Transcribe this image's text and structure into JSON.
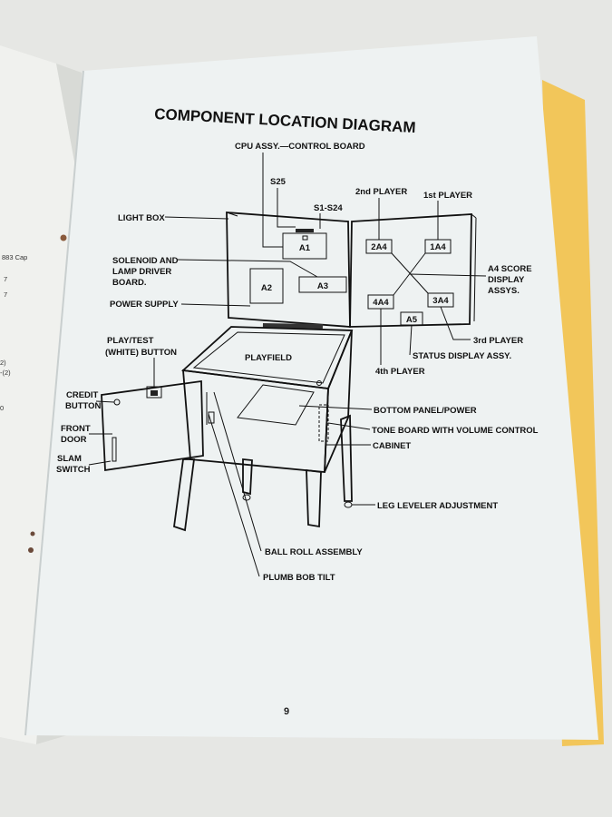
{
  "page": {
    "title": "COMPONENT LOCATION DIAGRAM",
    "page_number": "9"
  },
  "left_page_fragments": [
    "883 Cap",
    "7",
    "7",
    "2)",
    "-(2)",
    "0"
  ],
  "boxes": {
    "a1": "A1",
    "a2": "A2",
    "a3": "A3",
    "a4_1": "1A4",
    "a4_2": "2A4",
    "a4_3": "3A4",
    "a4_4": "4A4",
    "a5": "A5",
    "playfield": "PLAYFIELD"
  },
  "labels": {
    "cpu_assy": "CPU ASSY.—CONTROL BOARD",
    "s25": "S25",
    "s1_s24": "S1-S24",
    "second_player": "2nd PLAYER",
    "first_player": "1st PLAYER",
    "light_box": "LIGHT BOX",
    "solenoid_1": "SOLENOID AND",
    "solenoid_2": "LAMP DRIVER",
    "solenoid_3": "BOARD.",
    "power_supply": "POWER SUPPLY",
    "a4_score_1": "A4 SCORE",
    "a4_score_2": "DISPLAY",
    "a4_score_3": "ASSYS.",
    "third_player": "3rd PLAYER",
    "status_display": "STATUS DISPLAY ASSY.",
    "fourth_player": "4th PLAYER",
    "play_test_1": "PLAY/TEST",
    "play_test_2": "(WHITE) BUTTON",
    "credit_1": "CREDIT",
    "credit_2": "BUTTON",
    "front_1": "FRONT",
    "front_2": "DOOR",
    "slam_1": "SLAM",
    "slam_2": "SWITCH",
    "bottom_panel": "BOTTOM PANEL/POWER",
    "tone_board": "TONE BOARD WITH VOLUME CONTROL",
    "cabinet": "CABINET",
    "leg_leveler": "LEG LEVELER ADJUSTMENT",
    "ball_roll": "BALL ROLL ASSEMBLY",
    "plumb_bob": "PLUMB BOB TILT"
  }
}
